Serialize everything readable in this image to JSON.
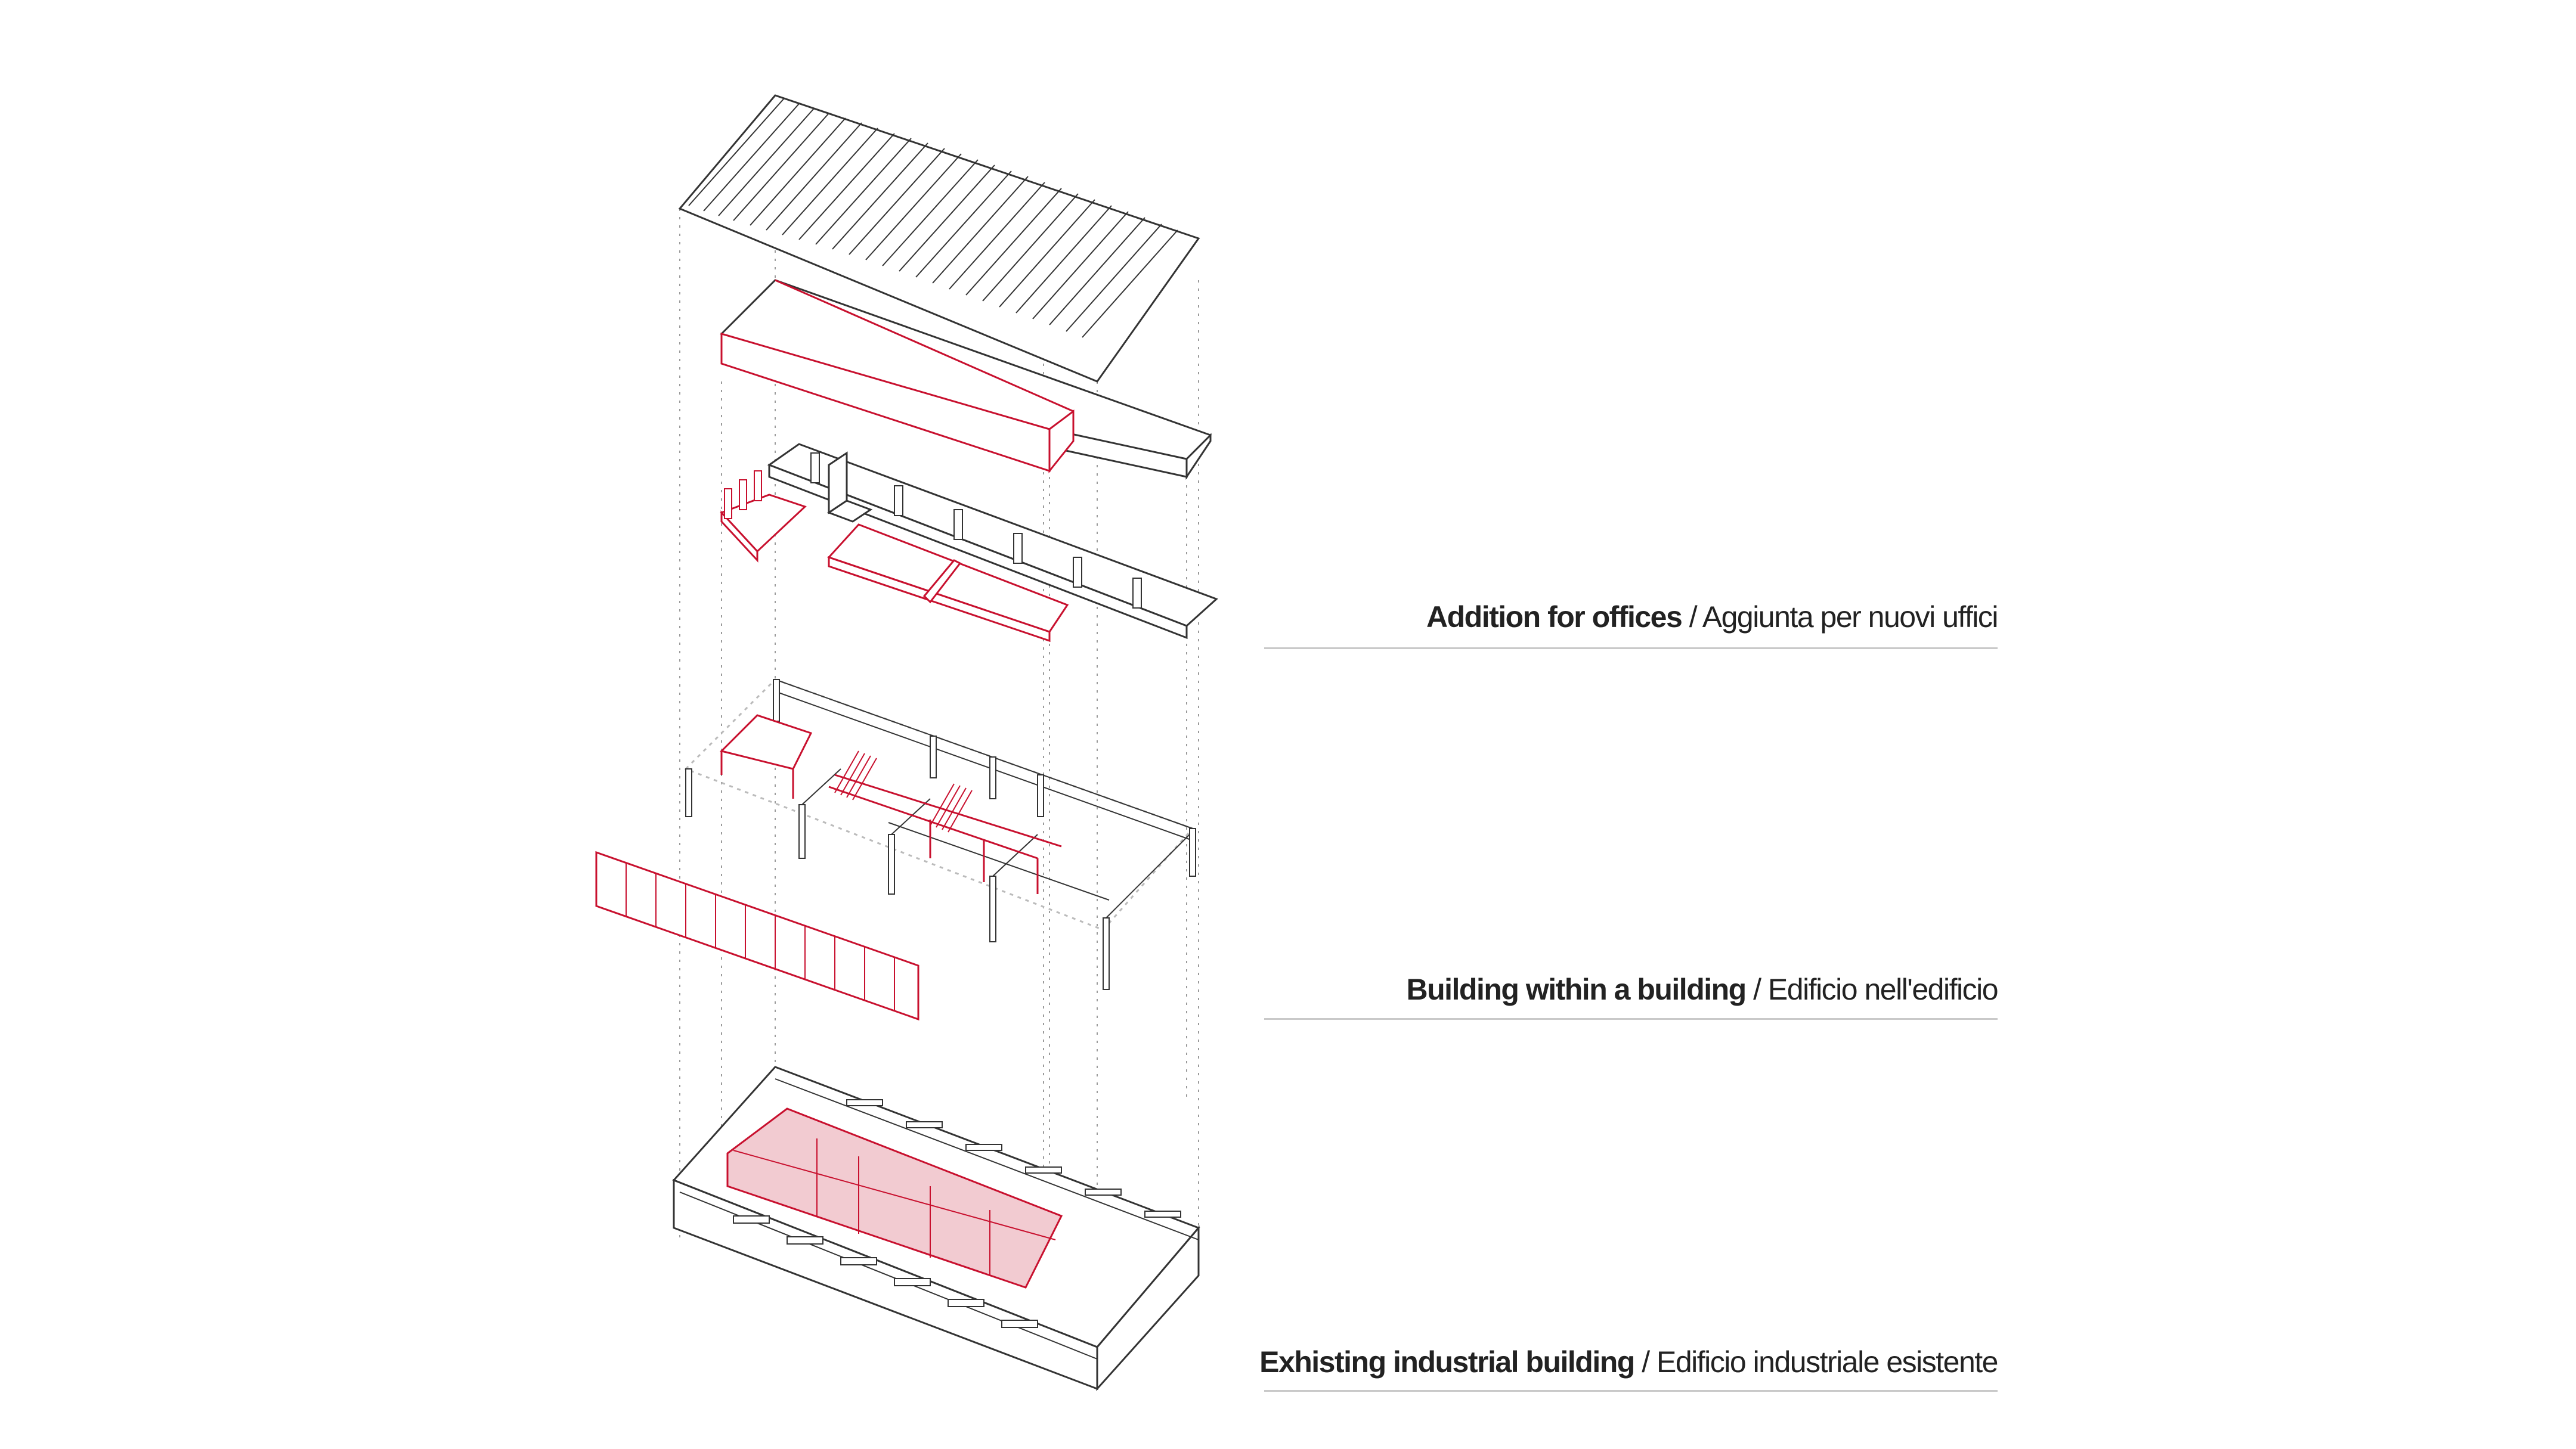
{
  "labels": [
    {
      "en": "Addition for offices",
      "sep": " / ",
      "it": "Aggiunta per nuovi uffici"
    },
    {
      "en": "Building within a building",
      "sep": " / ",
      "it": "Edificio nell'edificio"
    },
    {
      "en": "Exhisting industrial building",
      "sep": " / ",
      "it": "Edificio industriale esistente"
    }
  ],
  "colors": {
    "line": "#333333",
    "accent": "#c8102e",
    "accent_fill": "#e8a0ac",
    "guide": "#9a9a9a",
    "rule": "#c9c9c9"
  }
}
